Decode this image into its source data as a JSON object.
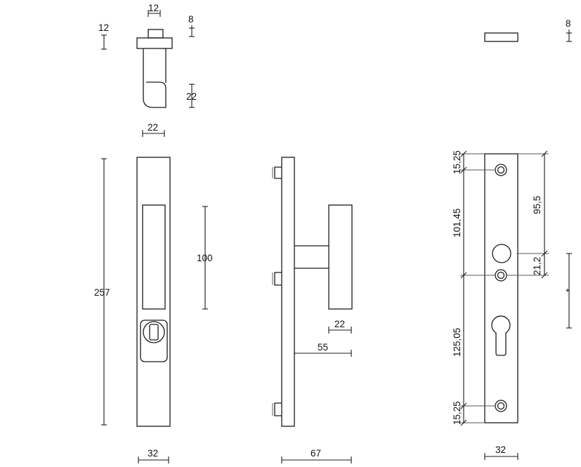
{
  "dimensions": {
    "top_knob_width": "12",
    "top_knob_height_left": "12",
    "top_knob_height_right": "8",
    "top_grip_radius": "22",
    "top_body_width": "22",
    "front_height": "257",
    "front_recess_height": "100",
    "front_width": "32",
    "side_handle_depth": "22",
    "side_projection": "55",
    "side_total_depth": "67",
    "plate_top_offset": "15,25",
    "plate_upper_spacing": "101,45",
    "plate_upper_right": "95,5",
    "plate_mid_right": "21,2",
    "plate_star": "*",
    "plate_lower_spacing": "125,05",
    "plate_bottom_offset": "15,25",
    "plate_width": "32",
    "plate_top_thickness": "8"
  },
  "colors": {
    "line": "#1a1a1a",
    "background": "#ffffff"
  }
}
